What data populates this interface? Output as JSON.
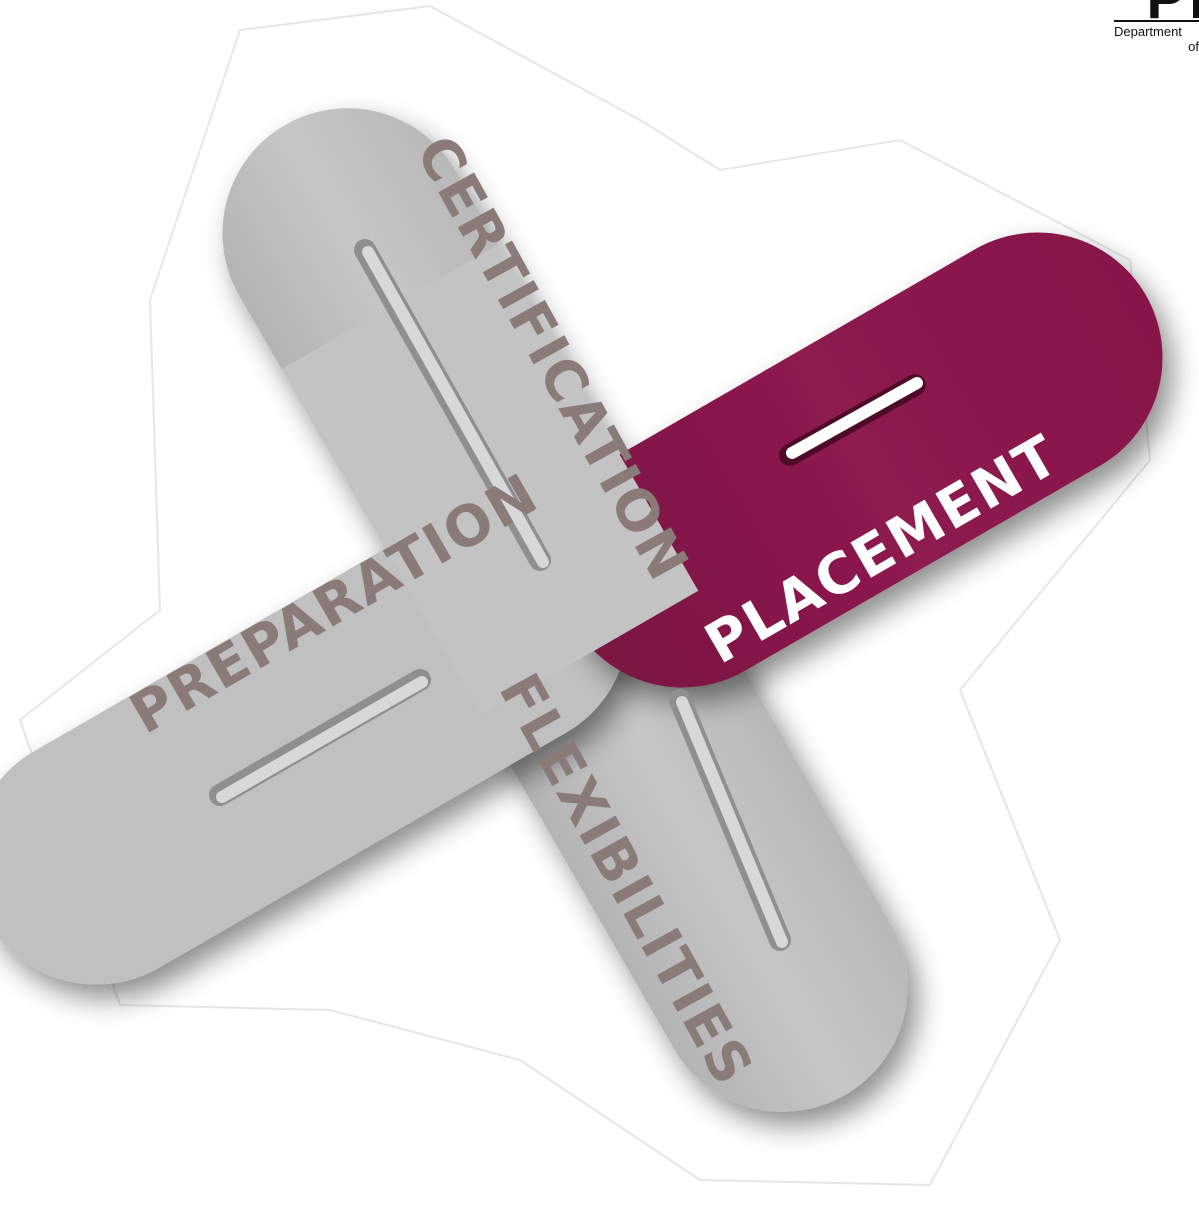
{
  "diagram": {
    "labels": {
      "certification": "CERTIFICATION",
      "preparation": "PREPARATION",
      "placement": "PLACEMENT",
      "flexibilities": "FLEXIBILITIES"
    },
    "colors": {
      "band_gray": "#c2c2c2",
      "band_gray_dark": "#a9a9a9",
      "label_gray": "#8a7a78",
      "band_maroon": "#8e1a4f",
      "label_white": "#ffffff"
    }
  },
  "logo": {
    "mark": "PH",
    "department_text": "Department",
    "of_text": "of"
  }
}
